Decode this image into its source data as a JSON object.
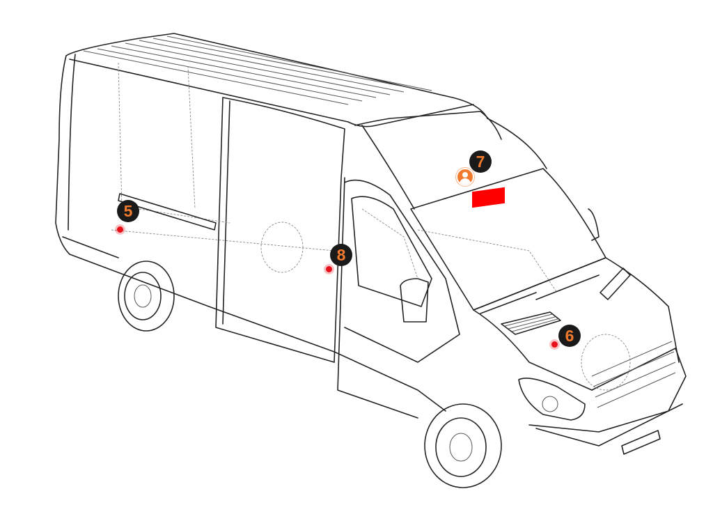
{
  "diagram": {
    "subject": "van",
    "markers": [
      {
        "id": "marker-5",
        "label": "5"
      },
      {
        "id": "marker-6",
        "label": "6"
      },
      {
        "id": "marker-7",
        "label": "7"
      },
      {
        "id": "marker-8",
        "label": "8"
      }
    ],
    "colors": {
      "marker_bg": "#1a1a1a",
      "marker_text": "#f27a2e",
      "hotspot": "#e8101a",
      "highlight": "#ff0000",
      "person": "#f27a2e"
    }
  }
}
